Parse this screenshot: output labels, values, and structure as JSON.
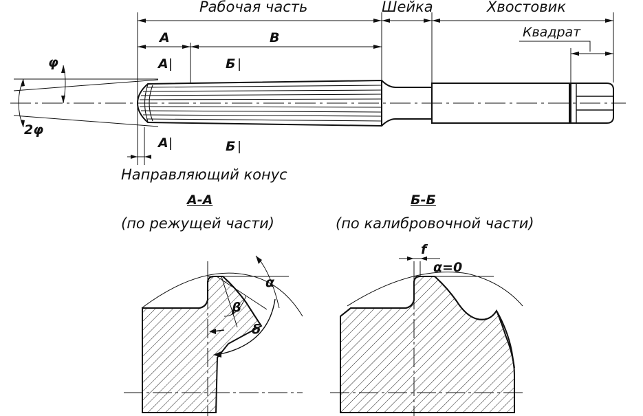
{
  "labels": {
    "working_part": "Рабочая часть",
    "neck": "Шейка",
    "shank": "Хвостовик",
    "square": "Квадрат",
    "dim_a": "A",
    "dim_b": "B",
    "mark_a_top": "A",
    "mark_b_top": "Б",
    "mark_a_bottom": "A",
    "mark_b_bottom": "Б",
    "phi": "φ",
    "two_phi": "2φ",
    "guide_cone": "Направляющий конус",
    "section_aa_title": "А-А",
    "section_aa_sub": "(по режущей части)",
    "section_bb_title": "Б-Б",
    "section_bb_sub": "(по калибровочной части)",
    "alpha": "α",
    "beta": "β",
    "delta": "δ",
    "f": "f",
    "alpha_zero": "α=0"
  }
}
